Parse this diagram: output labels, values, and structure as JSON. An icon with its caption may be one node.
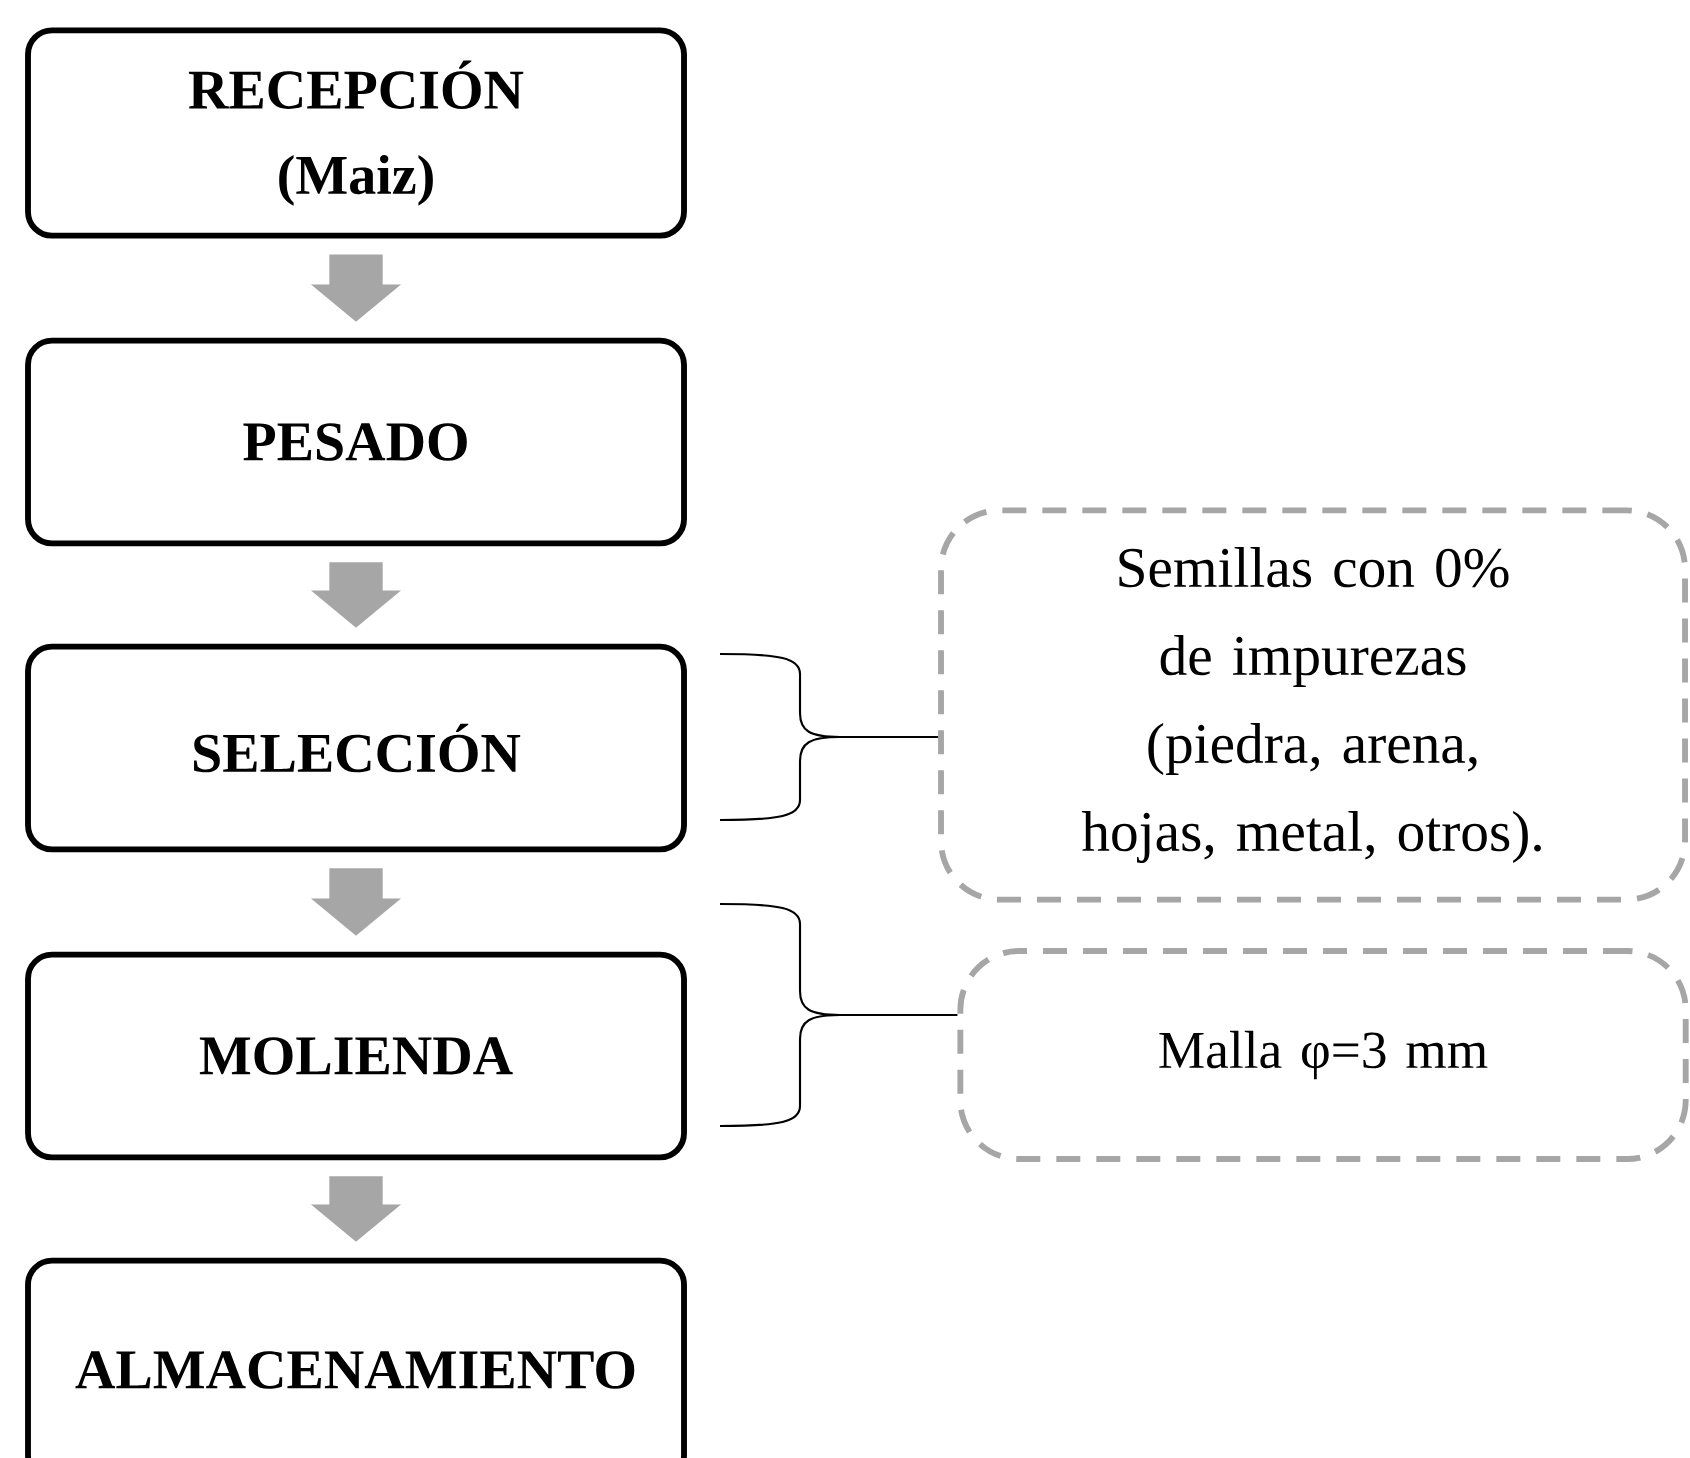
{
  "diagram": {
    "nodes": [
      {
        "text": [
          "RECEPCIÓN (Maiz)"
        ]
      },
      {
        "text": [
          "PESADO"
        ]
      },
      {
        "text": [
          "SELECCIÓN"
        ]
      },
      {
        "text": [
          "MOLIENDA"
        ]
      },
      {
        "text": [
          "ALMACENAMIENTO"
        ]
      },
      {
        "text": [
          "Semillas con 0% de impurezas (piedra, arena, hojas, metal, otros)."
        ]
      },
      {
        "text": [
          "Malla φ=3 mm"
        ]
      }
    ],
    "edges": [
      {
        "from": 0,
        "to": 1,
        "arrow": "to"
      },
      {
        "from": 1,
        "to": 2,
        "arrow": "to"
      },
      {
        "from": 2,
        "to": 3,
        "arrow": "to"
      },
      {
        "from": 3,
        "to": 4,
        "arrow": "to"
      },
      {
        "from": 2,
        "to": 5,
        "arrow": "none",
        "color": "#000000"
      },
      {
        "from": 3,
        "to": 6,
        "arrow": "none",
        "color": "#000000"
      }
    ]
  }
}
